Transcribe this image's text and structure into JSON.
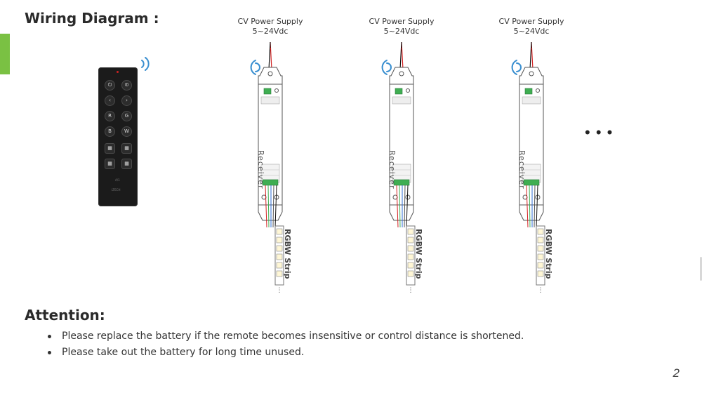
{
  "wiring_title": "Wiring Diagram :",
  "remote": {
    "brand": "LTECH",
    "model_label": "A/1",
    "buttons": [
      "⏻",
      "⏼",
      "‹",
      "›",
      "R",
      "G",
      "B",
      "W",
      "▦",
      "▦",
      "▦",
      "▦"
    ]
  },
  "units": [
    {
      "psu_line1": "CV Power Supply",
      "psu_line2": "5~24Vdc",
      "receiver_label": "Receiver",
      "strip_label": "RGBW Strip"
    },
    {
      "psu_line1": "CV Power Supply",
      "psu_line2": "5~24Vdc",
      "receiver_label": "Receiver",
      "strip_label": "RGBW Strip"
    },
    {
      "psu_line1": "CV Power Supply",
      "psu_line2": "5~24Vdc",
      "receiver_label": "Receiver",
      "strip_label": "RGBW Strip"
    }
  ],
  "more_indicator": "• • •",
  "attention": {
    "title": "Attention:",
    "items": [
      "Please replace the battery if the remote becomes insensitive or control distance is shortened.",
      "Please take out the battery for long time unused."
    ]
  },
  "page_number": "2",
  "colors": {
    "accent_green": "#7ac143",
    "wave_blue": "#3a8fd0",
    "wire_red": "#d32020",
    "terminal_green": "#3fae52"
  }
}
